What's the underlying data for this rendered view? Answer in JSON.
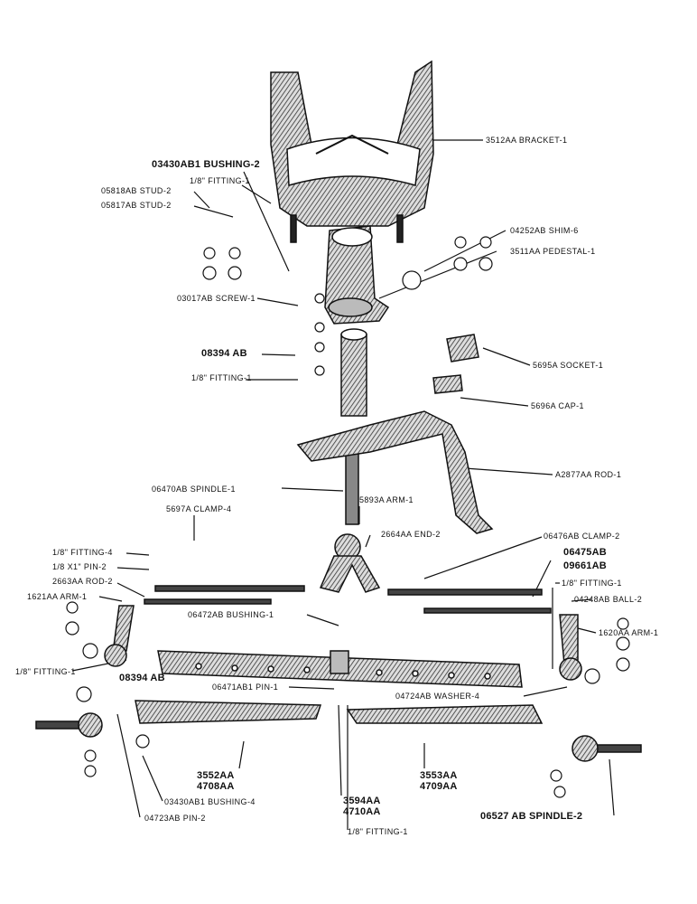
{
  "labels": {
    "bracket": "3512AA BRACKET-1",
    "bushing_top": "03430AB1 BUSHING-2",
    "fitting_top": "1/8\" FITTING-1",
    "stud_a": "05818AB STUD-2",
    "stud_b": "05817AB STUD-2",
    "shim": "04252AB SHIM-6",
    "pedestal": "3511AA PEDESTAL-1",
    "screw": "03017AB SCREW-1",
    "socket": "5695A SOCKET-1",
    "part_08394_a": "08394 AB",
    "fitting_mid": "1/8\" FITTING-1",
    "cap": "5696A CAP-1",
    "rod_a2877": "A2877AA ROD-1",
    "spindle_center": "06470AB SPINDLE-1",
    "arm_5893": "5893A ARM-1",
    "clamp_5697": "5697A CLAMP-4",
    "end": "2664AA END-2",
    "clamp_06476": "06476AB CLAMP-2",
    "fitting_4": "1/8\" FITTING-4",
    "pin_2": "1/8 X1\" PIN-2",
    "rod_2663": "2663AA ROD-2",
    "part_06475": "06475AB",
    "part_09661": "09661AB",
    "fitting_right": "1/8\" FITTING-1",
    "ball": "04248AB BALL-2",
    "arm_1621": "1621AA ARM-1",
    "bushing_06472": "06472AB BUSHING-1",
    "arm_1620": "1620AA ARM-1",
    "fitting_left": "1/8\" FITTING-1",
    "part_08394_b": "08394 AB",
    "pin_06471": "06471AB1 PIN-1",
    "washer": "04724AB WASHER-4",
    "part_3552": "3552AA",
    "part_4708": "4708AA",
    "part_3594": "3594AA",
    "part_4710": "4710AA",
    "part_3553": "3553AA",
    "part_4709": "4709AA",
    "bushing_bottom": "03430AB1 BUSHING-4",
    "pin_04723": "04723AB PIN-2",
    "spindle_bottom": "06527 AB SPINDLE-2",
    "fitting_bottom": "1/8\" FITTING-1"
  }
}
